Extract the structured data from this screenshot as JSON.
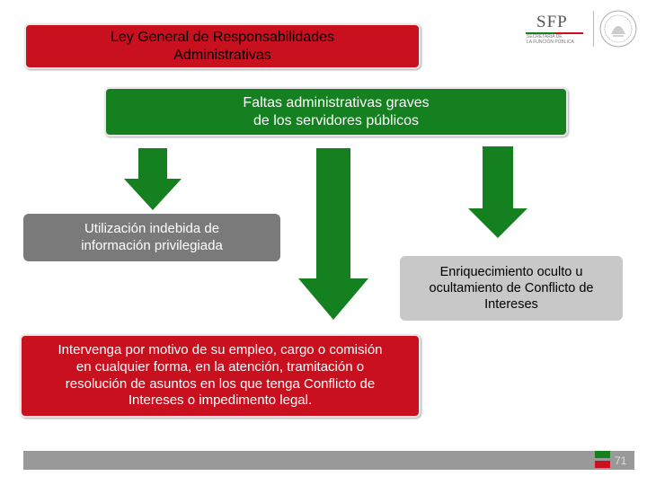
{
  "header": {
    "title": "Ley General de Responsabilidades\nAdministrativas",
    "logo": {
      "acronym": "SFP",
      "subtitle": "SECRETARÍA DE\nLA FUNCIÓN PÚBLICA",
      "seal_icon": "mexico-seal-icon"
    }
  },
  "diagram": {
    "root": "Faltas administrativas graves\nde los servidores públicos",
    "items": [
      "Utilización indebida de\ninformación privilegiada",
      "Enriquecimiento oculto u\nocultamiento de Conflicto de\nIntereses",
      "Intervenga por motivo de su empleo, cargo o comisión\nen cualquier forma, en la atención, tramitación o\nresolución de asuntos en los que tenga Conflicto de\nIntereses o impedimento legal."
    ]
  },
  "footer": {
    "page_number": "71"
  },
  "colors": {
    "red": "#c8101e",
    "green": "#14801f",
    "grey": "#7a7a7a",
    "light_grey": "#c8c8c8"
  }
}
